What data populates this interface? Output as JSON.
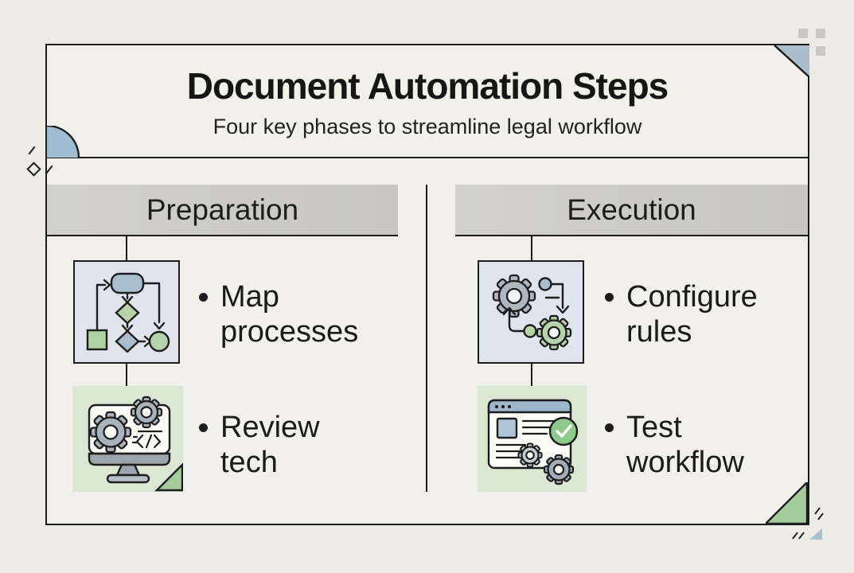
{
  "header": {
    "title": "Document Automation Steps",
    "subtitle": "Four key phases to streamline legal workflow"
  },
  "columns": [
    {
      "title": "Preparation",
      "items": [
        {
          "icon": "flowchart-icon",
          "label": "Map processes"
        },
        {
          "icon": "monitor-gears-icon",
          "label": "Review tech"
        }
      ]
    },
    {
      "title": "Execution",
      "items": [
        {
          "icon": "gears-process-icon",
          "label": "Configure rules"
        },
        {
          "icon": "browser-checklist-icon",
          "label": "Test workflow"
        }
      ]
    }
  ],
  "colors": {
    "bg": "#ECEBE5",
    "panel": "#F1F0EB",
    "border": "#1D1D1D",
    "column_header_bg": "#CCCBC7",
    "blue_accent": "#9FBCD1",
    "blue-box": "#DEE5EB",
    "green-box": "#DAE7D3",
    "green_accent": "#A6CB9E",
    "gray_gear": "#AEB7BF",
    "green_gear": "#B7D3AB"
  }
}
